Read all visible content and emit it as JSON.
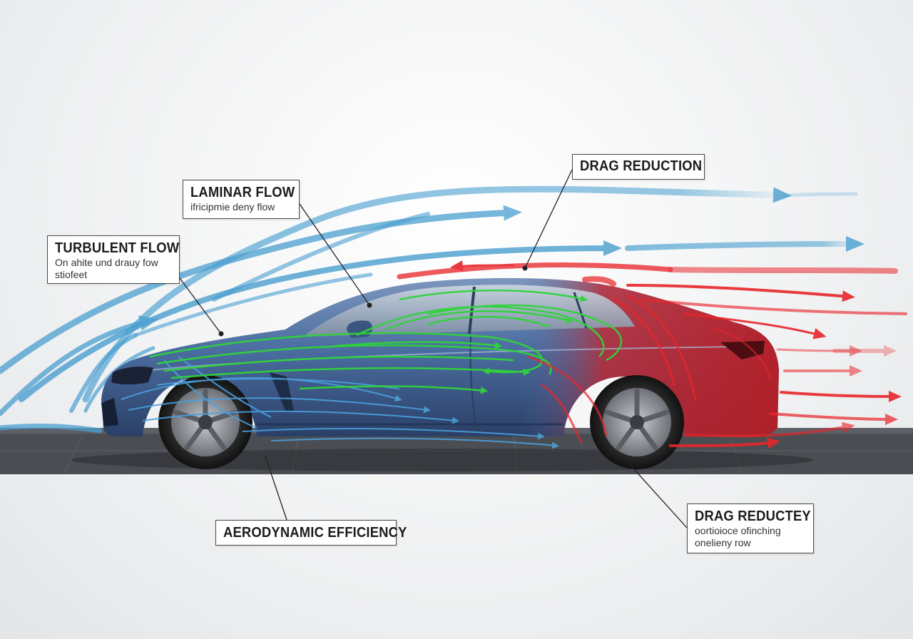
{
  "labels": {
    "turbulent": {
      "title": "TURBULENT FLOW",
      "sub1": "On ahite und drauy fow",
      "sub2": "stiofeet"
    },
    "laminar": {
      "title": "LAMINAR FLOW",
      "sub1": "ifricipmie deny flow"
    },
    "drag_reduction": {
      "title": "DRAG REDUCTION"
    },
    "aero_efficiency": {
      "title": "AERODYNAMIC EFFICIENCY"
    },
    "drag_reductey": {
      "title": "DRAG REDUCTEY",
      "sub1": "oortioioce ofinching",
      "sub2": "onelieny row"
    }
  },
  "colors": {
    "airflow_blue": "#4a9fd0",
    "laminar_green": "#2fd43a",
    "drag_red": "#e8262b",
    "car_body": "#3f5f8f",
    "car_rear": "#c8232a",
    "road": "#4a4d52"
  }
}
